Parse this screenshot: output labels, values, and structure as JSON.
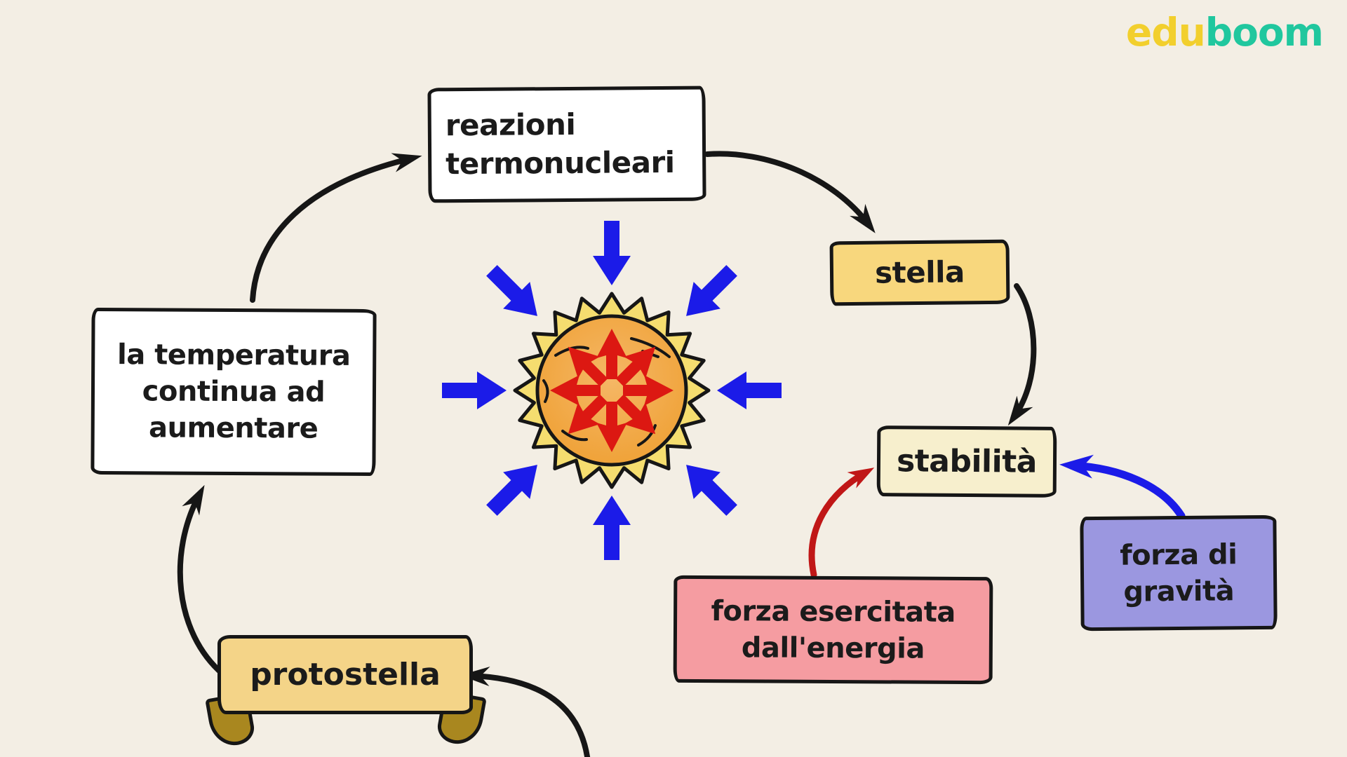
{
  "logo": {
    "edu": "edu",
    "boom": "boom"
  },
  "nodes": {
    "reazioni_termonucleari": {
      "lines": [
        "reazioni",
        "termonucleari"
      ]
    },
    "stella": {
      "label": "stella"
    },
    "stabilita": {
      "label": "stabilità"
    },
    "forza_gravita": {
      "lines": [
        "forza di",
        "gravità"
      ]
    },
    "forza_energia": {
      "lines": [
        "forza esercitata",
        "dall'energia"
      ]
    },
    "temperatura": {
      "lines": [
        "la temperatura",
        "continua ad",
        "aumentare"
      ]
    },
    "protostella": {
      "label": "protostella"
    }
  },
  "illustration": {
    "sun": "sun-with-pressure-balance",
    "inward_arrows_meaning": "forza di gravità (blue, pointing inward)",
    "outward_arrows_meaning": "forza esercitata dall'energia (red, pointing outward)"
  },
  "colors": {
    "background": "#F3EEE4",
    "box_white": "#FFFFFF",
    "box_stella": "#F8D77D",
    "box_stabilita": "#F7EFCD",
    "box_gravita": "#9B97E0",
    "box_energia": "#F59CA1",
    "banner_protostella": "#F4D488",
    "banner_curl": "#A9871F",
    "sun_corona": "#F5DD6F",
    "sun_core": "#F2A848",
    "outline_black": "#161616",
    "arrow_blue": "#1B1BE8",
    "arrow_red_inner": "#DC1812",
    "arrow_red_connector": "#C01717",
    "logo_edu": "#F2CF2D",
    "logo_boom": "#20C79E"
  }
}
